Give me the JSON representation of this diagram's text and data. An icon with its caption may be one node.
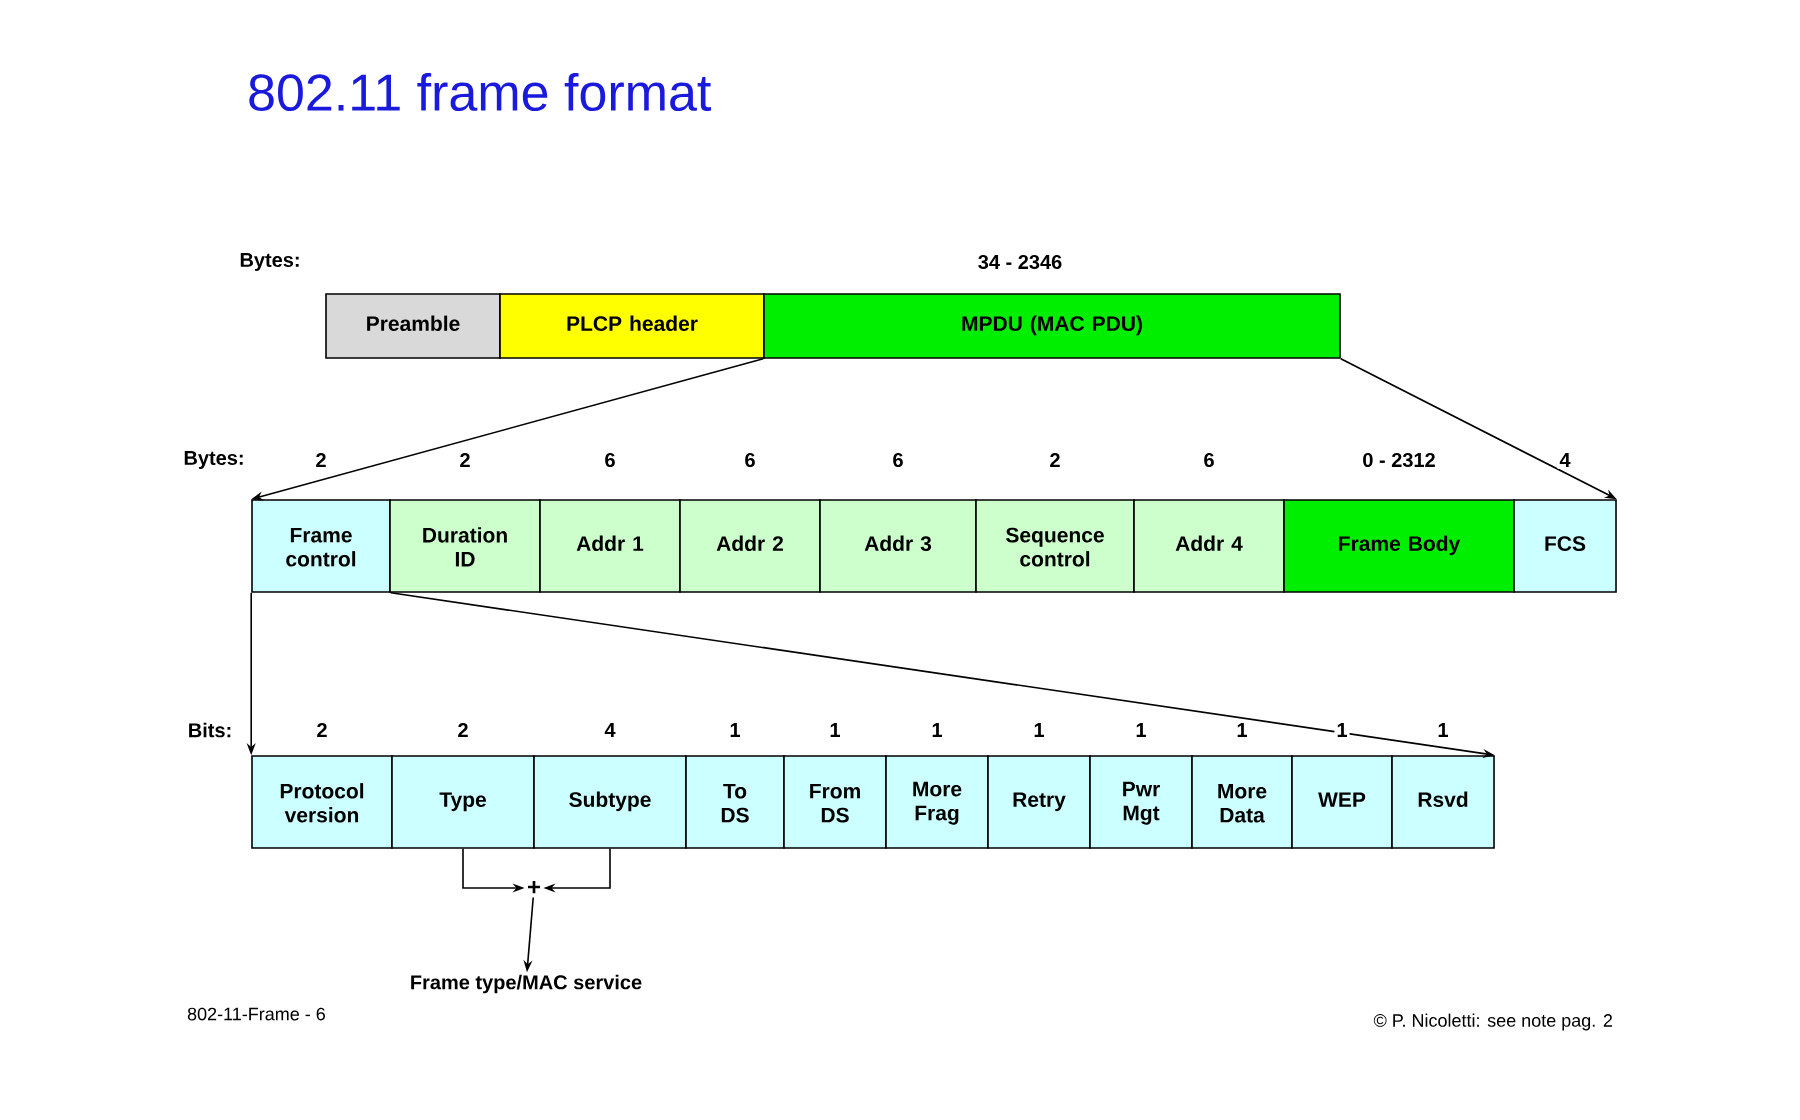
{
  "diagram": {
    "title": "802.11 frame format",
    "nodes": [
      {
        "text": [
          "Preamble"
        ]
      },
      {
        "text": [
          "PLCP header"
        ]
      },
      {
        "text": [
          "MPDU (MAC PDU)"
        ],
        "beside": [
          "34 - 2346"
        ]
      },
      {
        "text": [
          "Frame control"
        ],
        "beside": [
          "2"
        ]
      },
      {
        "text": [
          "Duration ID"
        ],
        "beside": [
          "2"
        ]
      },
      {
        "text": [
          "Addr 1"
        ],
        "beside": [
          "6"
        ]
      },
      {
        "text": [
          "Addr 2"
        ],
        "beside": [
          "6"
        ]
      },
      {
        "text": [
          "Addr 3"
        ],
        "beside": [
          "6"
        ]
      },
      {
        "text": [
          "Sequence control"
        ],
        "beside": [
          "2"
        ]
      },
      {
        "text": [
          "Addr 4"
        ],
        "beside": [
          "6"
        ]
      },
      {
        "text": [
          "Frame Body"
        ],
        "beside": [
          "0 - 2312"
        ]
      },
      {
        "text": [
          "FCS"
        ],
        "beside": [
          "4"
        ]
      },
      {
        "text": [
          "Protocol version"
        ],
        "beside": [
          "2"
        ]
      },
      {
        "text": [
          "Type"
        ],
        "beside": [
          "2"
        ]
      },
      {
        "text": [
          "Subtype"
        ],
        "beside": [
          "4"
        ]
      },
      {
        "text": [
          "To DS"
        ],
        "beside": [
          "1"
        ]
      },
      {
        "text": [
          "From DS"
        ],
        "beside": [
          "1"
        ]
      },
      {
        "text": [
          "More Frag"
        ],
        "beside": [
          "1"
        ]
      },
      {
        "text": [
          "Retry"
        ],
        "beside": [
          "1"
        ]
      },
      {
        "text": [
          "Pwr Mgt"
        ],
        "beside": [
          "1"
        ]
      },
      {
        "text": [
          "More Data"
        ],
        "beside": [
          "1"
        ]
      },
      {
        "text": [
          "WEP"
        ],
        "beside": [
          "1"
        ]
      },
      {
        "text": [
          "Rsvd"
        ],
        "beside": [
          "1"
        ]
      },
      {
        "text": [
          "+"
        ]
      },
      {
        "text": [
          "Frame type/MAC service"
        ]
      }
    ],
    "edges": [
      {
        "from": 2,
        "to": 3,
        "arrow": "to"
      },
      {
        "from": 2,
        "to": 11,
        "arrow": "to"
      },
      {
        "from": 3,
        "to": 12,
        "arrow": "to"
      },
      {
        "from": 3,
        "to": 22,
        "arrow": "to"
      },
      {
        "from": 13,
        "to": 23,
        "arrow": "to"
      },
      {
        "from": 14,
        "to": 23,
        "arrow": "to"
      },
      {
        "from": 23,
        "to": 24,
        "arrow": "to"
      }
    ],
    "labels": [
      "Bytes:",
      "Bytes:",
      "Bits:",
      "802-11-Frame - 6",
      "© P. Nicoletti: see note pag. 2"
    ]
  }
}
